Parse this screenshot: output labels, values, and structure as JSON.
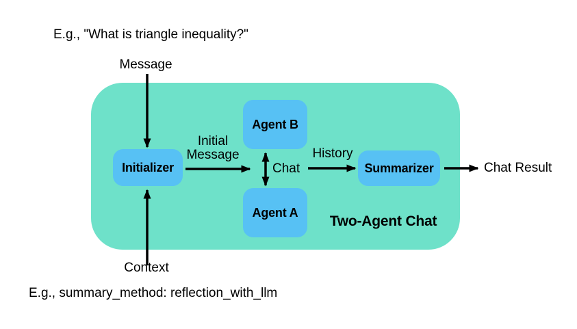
{
  "colors": {
    "background": "#ffffff",
    "container": "#6ee1c9",
    "node": "#57c1f4",
    "text": "#000000",
    "arrow": "#000000"
  },
  "annotations": {
    "top_example": "E.g., \"What is triangle inequality?\"",
    "bottom_example": "E.g., summary_method: reflection_with_llm"
  },
  "diagram": {
    "title": "Two-Agent Chat",
    "nodes": {
      "initializer": "Initializer",
      "agent_b": "Agent B",
      "agent_a": "Agent A",
      "summarizer": "Summarizer"
    },
    "edge_labels": {
      "message": "Message",
      "context": "Context",
      "initial_message": "Initial\nMessage",
      "chat": "Chat",
      "history": "History",
      "chat_result": "Chat Result"
    }
  }
}
